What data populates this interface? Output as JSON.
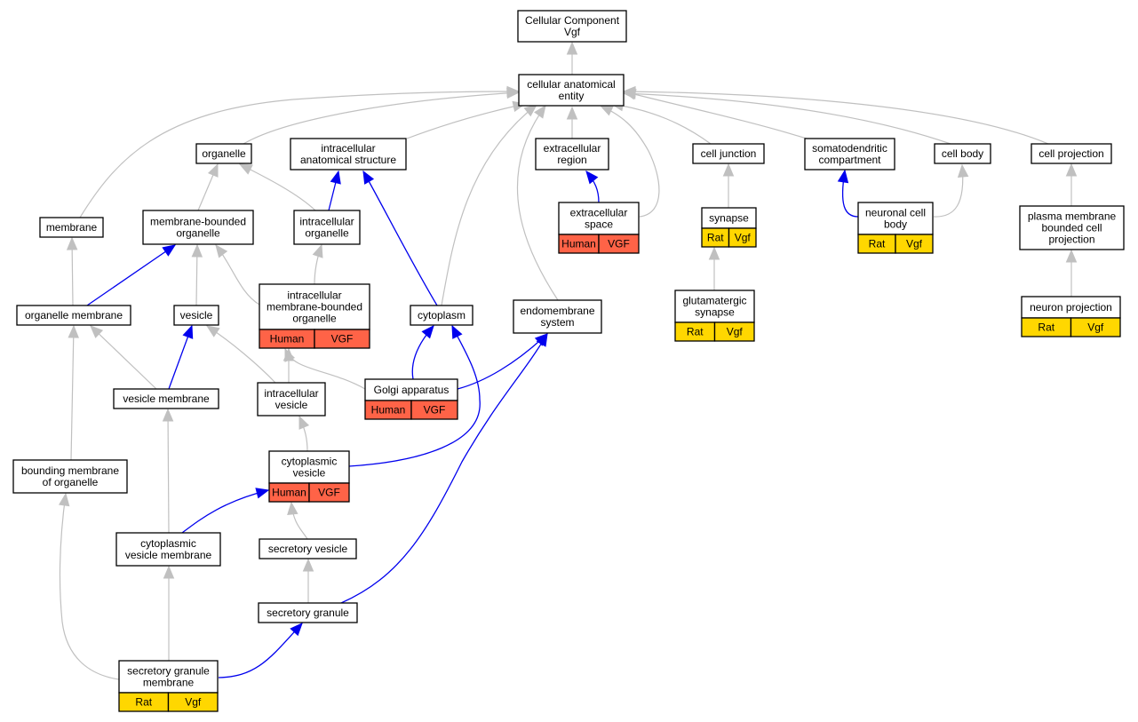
{
  "colors": {
    "is_a_edge": "#c0c0c0",
    "part_of_edge": "#0000ee",
    "human_fill": "#ff6347",
    "rat_fill": "#ffd700"
  },
  "nodes": {
    "cc": {
      "lines": [
        "Cellular Component",
        "Vgf"
      ]
    },
    "cae": {
      "lines": [
        "cellular anatomical",
        "entity"
      ]
    },
    "organelle": {
      "lines": [
        "organelle"
      ]
    },
    "ias": {
      "lines": [
        "intracellular",
        "anatomical structure"
      ]
    },
    "ecr": {
      "lines": [
        "extracellular",
        "region"
      ]
    },
    "cj": {
      "lines": [
        "cell junction"
      ]
    },
    "sdc": {
      "lines": [
        "somatodendritic",
        "compartment"
      ]
    },
    "cb": {
      "lines": [
        "cell body"
      ]
    },
    "cp": {
      "lines": [
        "cell projection"
      ]
    },
    "membrane": {
      "lines": [
        "membrane"
      ]
    },
    "mbo": {
      "lines": [
        "membrane-bounded",
        "organelle"
      ]
    },
    "io": {
      "lines": [
        "intracellular",
        "organelle"
      ]
    },
    "ecs": {
      "lines": [
        "extracellular",
        "space"
      ],
      "cells": [
        "Human",
        "VGF"
      ]
    },
    "synapse": {
      "lines": [
        "synapse"
      ],
      "cells": [
        "Rat",
        "Vgf"
      ]
    },
    "ncb": {
      "lines": [
        "neuronal cell",
        "body"
      ],
      "cells": [
        "Rat",
        "Vgf"
      ]
    },
    "pmbcp": {
      "lines": [
        "plasma membrane",
        "bounded cell",
        "projection"
      ]
    },
    "om": {
      "lines": [
        "organelle membrane"
      ]
    },
    "vesicle": {
      "lines": [
        "vesicle"
      ]
    },
    "imbo": {
      "lines": [
        "intracellular",
        "membrane-bounded",
        "organelle"
      ],
      "cells": [
        "Human",
        "VGF"
      ]
    },
    "cytoplasm": {
      "lines": [
        "cytoplasm"
      ]
    },
    "ems": {
      "lines": [
        "endomembrane",
        "system"
      ]
    },
    "gs": {
      "lines": [
        "glutamatergic",
        "synapse"
      ],
      "cells": [
        "Rat",
        "Vgf"
      ]
    },
    "np": {
      "lines": [
        "neuron projection"
      ],
      "cells": [
        "Rat",
        "Vgf"
      ]
    },
    "vm": {
      "lines": [
        "vesicle membrane"
      ]
    },
    "iv": {
      "lines": [
        "intracellular",
        "vesicle"
      ]
    },
    "golgi": {
      "lines": [
        "Golgi apparatus"
      ],
      "cells": [
        "Human",
        "VGF"
      ]
    },
    "bmo": {
      "lines": [
        "bounding membrane",
        "of organelle"
      ]
    },
    "cv": {
      "lines": [
        "cytoplasmic",
        "vesicle"
      ],
      "cells": [
        "Human",
        "VGF"
      ]
    },
    "cvm": {
      "lines": [
        "cytoplasmic",
        "vesicle membrane"
      ]
    },
    "sv": {
      "lines": [
        "secretory vesicle"
      ]
    },
    "sg": {
      "lines": [
        "secretory granule"
      ]
    },
    "sgm": {
      "lines": [
        "secretory granule",
        "membrane"
      ],
      "cells": [
        "Rat",
        "Vgf"
      ]
    }
  },
  "edges": [
    {
      "from": "cae",
      "to": "cc",
      "rel": "is_a"
    },
    {
      "from": "organelle",
      "to": "cae",
      "rel": "is_a"
    },
    {
      "from": "ias",
      "to": "cae",
      "rel": "is_a"
    },
    {
      "from": "ecr",
      "to": "cae",
      "rel": "is_a"
    },
    {
      "from": "cj",
      "to": "cae",
      "rel": "is_a"
    },
    {
      "from": "sdc",
      "to": "cae",
      "rel": "is_a"
    },
    {
      "from": "cb",
      "to": "cae",
      "rel": "is_a"
    },
    {
      "from": "cp",
      "to": "cae",
      "rel": "is_a"
    },
    {
      "from": "membrane",
      "to": "cae",
      "rel": "is_a"
    },
    {
      "from": "cytoplasm",
      "to": "cae",
      "rel": "is_a"
    },
    {
      "from": "ems",
      "to": "cae",
      "rel": "is_a"
    },
    {
      "from": "ecs",
      "to": "cae",
      "rel": "is_a"
    },
    {
      "from": "mbo",
      "to": "organelle",
      "rel": "is_a"
    },
    {
      "from": "io",
      "to": "organelle",
      "rel": "is_a"
    },
    {
      "from": "io",
      "to": "ias",
      "rel": "part_of"
    },
    {
      "from": "cytoplasm",
      "to": "ias",
      "rel": "part_of"
    },
    {
      "from": "ecs",
      "to": "ecr",
      "rel": "part_of"
    },
    {
      "from": "synapse",
      "to": "cj",
      "rel": "is_a"
    },
    {
      "from": "ncb",
      "to": "sdc",
      "rel": "part_of"
    },
    {
      "from": "ncb",
      "to": "cb",
      "rel": "is_a"
    },
    {
      "from": "pmbcp",
      "to": "cp",
      "rel": "is_a"
    },
    {
      "from": "om",
      "to": "membrane",
      "rel": "is_a"
    },
    {
      "from": "om",
      "to": "mbo",
      "rel": "part_of"
    },
    {
      "from": "vesicle",
      "to": "mbo",
      "rel": "is_a"
    },
    {
      "from": "imbo",
      "to": "mbo",
      "rel": "is_a"
    },
    {
      "from": "imbo",
      "to": "io",
      "rel": "is_a"
    },
    {
      "from": "gs",
      "to": "synapse",
      "rel": "is_a"
    },
    {
      "from": "np",
      "to": "pmbcp",
      "rel": "is_a"
    },
    {
      "from": "vm",
      "to": "om",
      "rel": "is_a"
    },
    {
      "from": "vm",
      "to": "vesicle",
      "rel": "part_of"
    },
    {
      "from": "iv",
      "to": "vesicle",
      "rel": "is_a"
    },
    {
      "from": "iv",
      "to": "imbo",
      "rel": "is_a"
    },
    {
      "from": "golgi",
      "to": "imbo",
      "rel": "is_a"
    },
    {
      "from": "golgi",
      "to": "cytoplasm",
      "rel": "part_of"
    },
    {
      "from": "golgi",
      "to": "ems",
      "rel": "part_of"
    },
    {
      "from": "bmo",
      "to": "om",
      "rel": "is_a"
    },
    {
      "from": "cv",
      "to": "iv",
      "rel": "is_a"
    },
    {
      "from": "cv",
      "to": "cytoplasm",
      "rel": "part_of"
    },
    {
      "from": "cvm",
      "to": "vm",
      "rel": "is_a"
    },
    {
      "from": "cvm",
      "to": "cv",
      "rel": "part_of"
    },
    {
      "from": "sv",
      "to": "cv",
      "rel": "is_a"
    },
    {
      "from": "sg",
      "to": "sv",
      "rel": "is_a"
    },
    {
      "from": "sg",
      "to": "ems",
      "rel": "part_of"
    },
    {
      "from": "sgm",
      "to": "cvm",
      "rel": "is_a"
    },
    {
      "from": "sgm",
      "to": "bmo",
      "rel": "is_a"
    },
    {
      "from": "sgm",
      "to": "sg",
      "rel": "part_of"
    }
  ]
}
